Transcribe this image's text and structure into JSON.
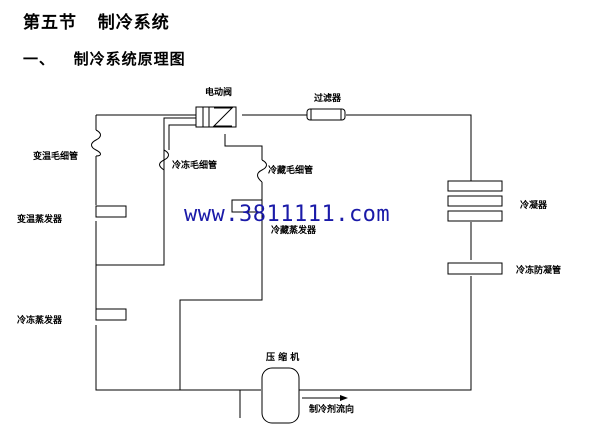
{
  "header": {
    "section_title": "第五节   制冷系统",
    "subtitle": "一、   制冷系统原理图"
  },
  "labels": {
    "solenoid_valve": "电动阀",
    "filter": "过滤器",
    "var_temp_capillary": "变温毛细管",
    "freeze_capillary": "冷冻毛细管",
    "fridge_capillary": "冷藏毛细管",
    "var_temp_evaporator": "变温蒸发器",
    "fridge_evaporator": "冷藏蒸发器",
    "freeze_evaporator": "冷冻蒸发器",
    "condenser": "冷凝器",
    "anti_condensation_pipe": "冷冻防凝管",
    "compressor": "压 缩 机",
    "refrigerant_flow": "制冷剂流向"
  },
  "watermark": "www.3811111.com"
}
